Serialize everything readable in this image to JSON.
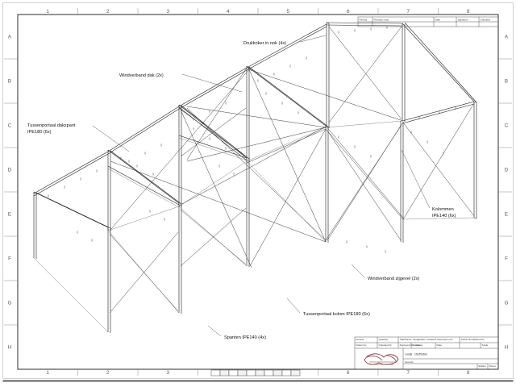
{
  "sheet": {
    "background_color": "#ffffff",
    "border_color": "#2b2b2b",
    "zone_columns": [
      "1",
      "2",
      "3",
      "4",
      "5",
      "6",
      "7",
      "8"
    ],
    "zone_rows": [
      "A",
      "B",
      "C",
      "D",
      "E",
      "F",
      "G",
      "H"
    ]
  },
  "callouts": [
    {
      "id": "drukkoker",
      "text": "Drukkoker in nok (4x)"
    },
    {
      "id": "windverband-dak",
      "text": "Windverband dak (2x)"
    },
    {
      "id": "tussenportaal-dakspant",
      "line1": "Tussenportaal dakspant",
      "line2": "IPE180 (6x)"
    },
    {
      "id": "kolommen",
      "line1": "Kolommen",
      "line2": "IPE140 (6x)"
    },
    {
      "id": "windverband-zijgevel",
      "text": "Windverband zijgevel (2x)"
    },
    {
      "id": "tussenportaal-kolom",
      "text": "Tussenportaal kolom IPE180 (6x)"
    },
    {
      "id": "spanten",
      "text": "Spanten IPE140 (4x)"
    }
  ],
  "revision_table": {
    "headers": [
      "Revind",
      "Revision note",
      "Date",
      "Signature",
      "Checked"
    ],
    "rows": [
      {
        "revind": "",
        "note": "",
        "date": "",
        "signature": "",
        "checked": ""
      }
    ]
  },
  "title_block": {
    "row_item_headers": [
      "Itemref",
      "Quantity",
      "Title/Name, designation, material, dimension etc",
      "Article No./Reference"
    ],
    "row_item_values": [
      "",
      "",
      "",
      ""
    ],
    "row_credit_headers": [
      "Drawn by",
      "Checked by",
      "Approved by - date",
      "Filename",
      "Date",
      "Scale"
    ],
    "row_credit_values": [
      "",
      "",
      "- date",
      "",
      "",
      ""
    ],
    "project_label": "Loods",
    "project_value": "10x20x6m",
    "generic_label": "Generic",
    "edition_label": "Edition",
    "sheet_label": "Sheet",
    "edition_value": "",
    "sheet_value": "",
    "logo_alt": "company-logo",
    "logo_color": "#8a3b3b"
  },
  "drawing": {
    "title": "Isometric steel portal frame structure",
    "members_note": "double-line I-beam representation"
  }
}
